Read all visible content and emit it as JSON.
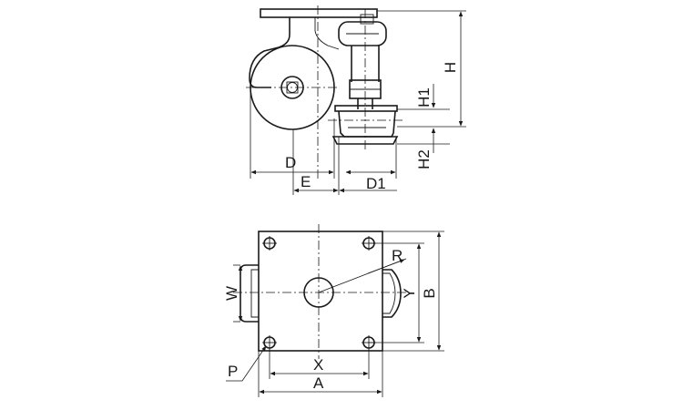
{
  "diagram": {
    "side_view": {
      "labels": {
        "H": "H",
        "H1": "H1",
        "H2": "H2",
        "D": "D",
        "E": "E",
        "D1": "D1"
      }
    },
    "top_view": {
      "labels": {
        "R": "R",
        "W": "W",
        "Y": "Y",
        "B": "B",
        "X": "X",
        "A": "A",
        "P": "P"
      }
    }
  }
}
